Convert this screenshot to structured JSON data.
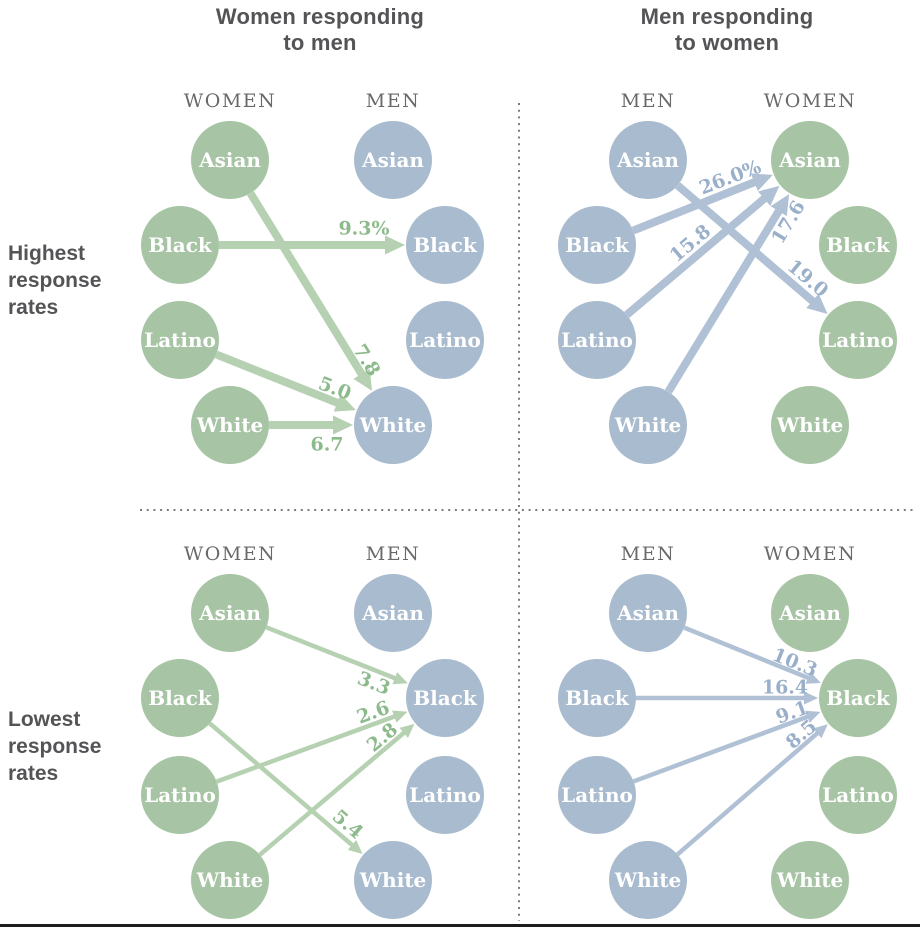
{
  "colors": {
    "women_node": "#a7c4a4",
    "men_node": "#a9bbce",
    "women_arrow": "#b5d1b1",
    "men_arrow": "#b1c1d5",
    "women_value_text": "#8cba8b",
    "men_value_text": "#9aafca",
    "node_text": "#ffffff",
    "header_text": "#696969",
    "title_text": "#545457",
    "divider": "#7c7c7c",
    "bottom_bar": "#1c1c1e"
  },
  "column_titles": {
    "left": [
      "Women responding",
      "to men"
    ],
    "right": [
      "Men responding",
      "to women"
    ]
  },
  "row_labels": {
    "top": "Highest response rates",
    "bottom": "Lowest response rates"
  },
  "chart_data": {
    "type": "flow-diagram",
    "title_left": "Women responding to men",
    "title_right": "Men responding to women",
    "row_top": "Highest response rates",
    "row_bottom": "Lowest response rates",
    "categories": [
      "Asian",
      "Black",
      "Latino",
      "White"
    ],
    "quadrants": [
      {
        "row": "Highest response rates",
        "panel": "Women responding to men",
        "left_column_header": "WOMEN",
        "right_column_header": "MEN",
        "left_group": "women",
        "right_group": "men",
        "arrows": [
          {
            "from": "Black",
            "to": "Black",
            "value": "9.3%"
          },
          {
            "from": "Asian",
            "to": "White",
            "value": "7.8"
          },
          {
            "from": "Latino",
            "to": "White",
            "value": "5.0"
          },
          {
            "from": "White",
            "to": "White",
            "value": "6.7"
          }
        ]
      },
      {
        "row": "Highest response rates",
        "panel": "Men responding to women",
        "left_column_header": "MEN",
        "right_column_header": "WOMEN",
        "left_group": "men",
        "right_group": "women",
        "arrows": [
          {
            "from": "Black",
            "to": "Asian",
            "value": "26.0%"
          },
          {
            "from": "Latino",
            "to": "Asian",
            "value": "15.8"
          },
          {
            "from": "White",
            "to": "Asian",
            "value": "17.6"
          },
          {
            "from": "Asian",
            "to": "Latino",
            "value": "19.0"
          }
        ]
      },
      {
        "row": "Lowest response rates",
        "panel": "Women responding to men",
        "left_column_header": "WOMEN",
        "right_column_header": "MEN",
        "left_group": "women",
        "right_group": "men",
        "arrows": [
          {
            "from": "Asian",
            "to": "Black",
            "value": "3.3"
          },
          {
            "from": "Latino",
            "to": "Black",
            "value": "2.6"
          },
          {
            "from": "White",
            "to": "Black",
            "value": "2.8"
          },
          {
            "from": "Black",
            "to": "White",
            "value": "5.4"
          }
        ]
      },
      {
        "row": "Lowest response rates",
        "panel": "Men responding to women",
        "left_column_header": "MEN",
        "right_column_header": "WOMEN",
        "left_group": "men",
        "right_group": "women",
        "arrows": [
          {
            "from": "Asian",
            "to": "Black",
            "value": "10.3"
          },
          {
            "from": "Black",
            "to": "Black",
            "value": "16.4"
          },
          {
            "from": "Latino",
            "to": "Black",
            "value": "9.1"
          },
          {
            "from": "White",
            "to": "Black",
            "value": "8.5"
          }
        ]
      }
    ]
  }
}
